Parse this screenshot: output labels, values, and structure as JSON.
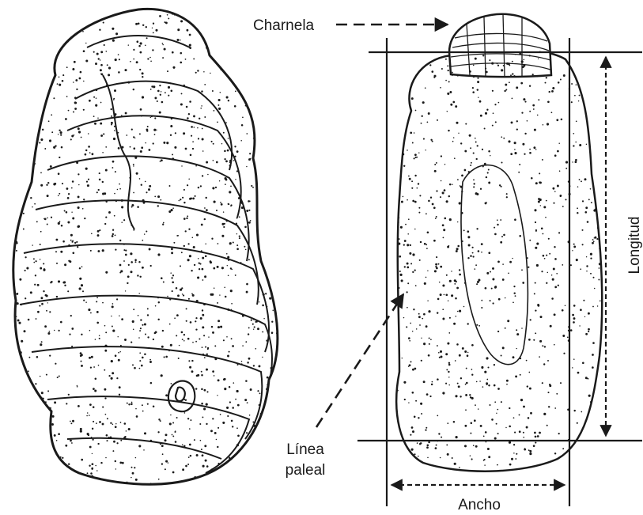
{
  "labels": {
    "hinge": "Charnela",
    "length": "Longitud",
    "width": "Ancho",
    "pallial_line_1": "Línea",
    "pallial_line_2": "paleal"
  },
  "colors": {
    "ink": "#1a1a1a",
    "background": "#ffffff"
  }
}
